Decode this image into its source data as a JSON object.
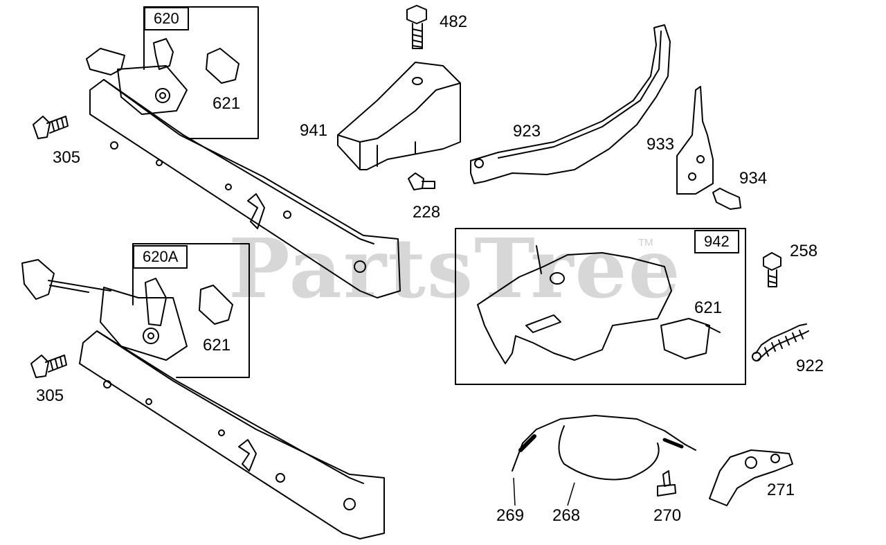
{
  "watermark": {
    "text": "PartsTree",
    "trademark": "TM"
  },
  "kits": [
    {
      "id": "kit-620",
      "label": "620"
    },
    {
      "id": "kit-620a",
      "label": "620A"
    },
    {
      "id": "kit-942",
      "label": "942"
    }
  ],
  "callouts": {
    "c305a": "305",
    "c305b": "305",
    "c621a": "621",
    "c621b": "621",
    "c621c": "621",
    "c482": "482",
    "c941": "941",
    "c228": "228",
    "c923": "923",
    "c933": "933",
    "c934": "934",
    "c258": "258",
    "c922": "922",
    "c269": "269",
    "c268": "268",
    "c270": "270",
    "c271": "271"
  }
}
